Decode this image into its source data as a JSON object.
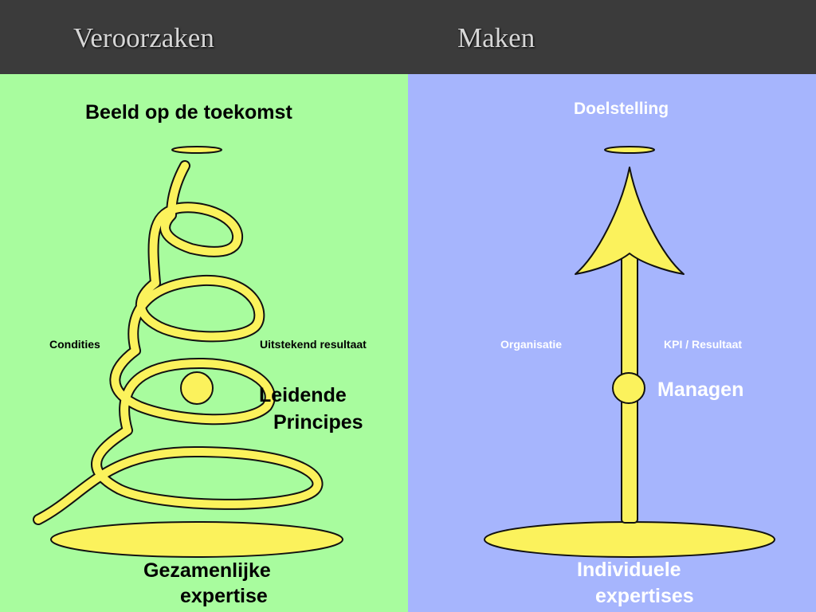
{
  "header": {
    "left_title": "Veroorzaken",
    "right_title": "Maken"
  },
  "left_panel": {
    "top_label": "Beeld op de toekomst",
    "left_side_label": "Condities",
    "right_side_label": "Uitstekend resultaat",
    "center_label_line1": "Leidende",
    "center_label_line2": "Principes",
    "bottom_label_line1": "Gezamenlijke",
    "bottom_label_line2": "expertise"
  },
  "right_panel": {
    "top_label": "Doelstelling",
    "left_side_label": "Organisatie",
    "right_side_label": "KPI / Resultaat",
    "center_label": "Managen",
    "bottom_label_line1": "Individuele",
    "bottom_label_line2": "expertises"
  },
  "colors": {
    "header_bg": "#3b3b3b",
    "left_bg": "#a8fc9e",
    "right_bg": "#a6b5fd",
    "shape_fill": "#fbf25c",
    "outline": "#111111",
    "right_text": "#ffffff"
  }
}
